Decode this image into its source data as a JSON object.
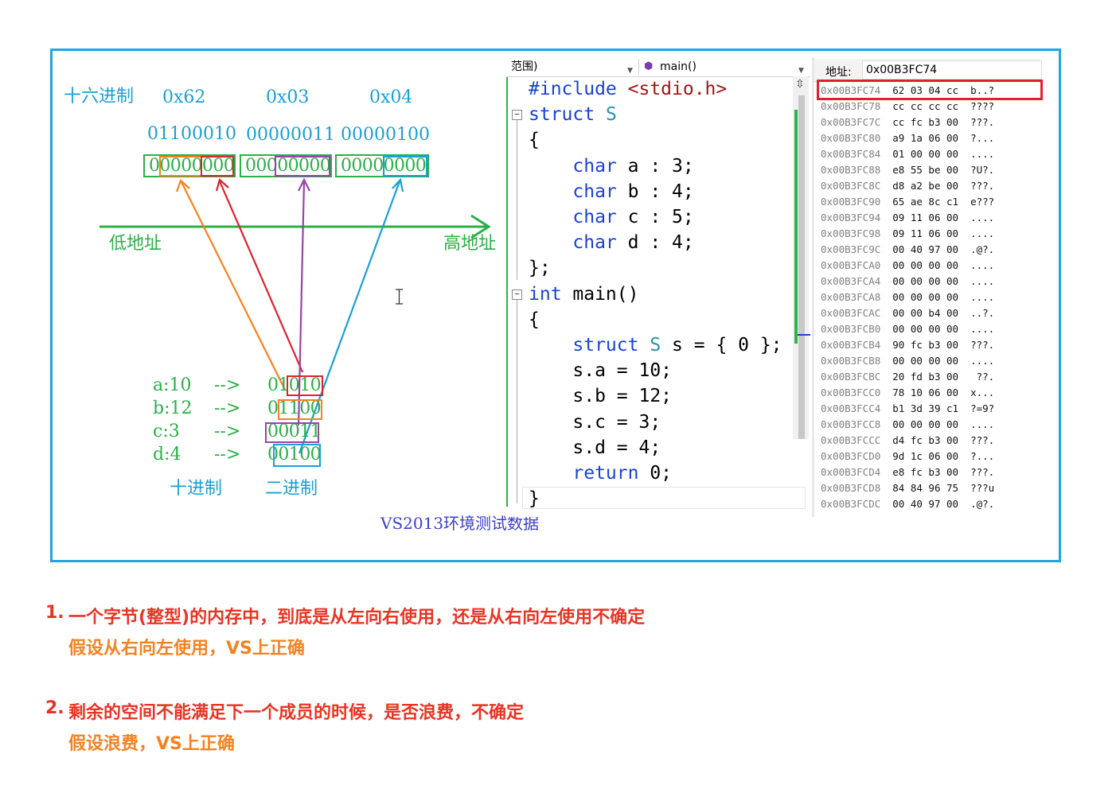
{
  "diagram": {
    "hex_label": "十六进制",
    "hex_values": [
      "0x62",
      "0x03",
      "0x04"
    ],
    "binary_values": [
      "01100010",
      "00000011",
      "00000100"
    ],
    "byte_boxes": [
      "00000000",
      "00000000",
      "00000000"
    ],
    "axis_low": "低地址",
    "axis_high": "高地址",
    "assignments": [
      {
        "label": "a:10",
        "arrow": "-->",
        "bits": "01010"
      },
      {
        "label": "b:12",
        "arrow": "-->",
        "bits": "01100"
      },
      {
        "label": "c:3",
        "arrow": "-->",
        "bits": "00011"
      },
      {
        "label": "d:4",
        "arrow": "-->",
        "bits": "00100"
      }
    ],
    "decimal_label": "十进制",
    "binary_label": "二进制",
    "caption": "VS2013环境测试数据",
    "colors": {
      "frame": "#1fa7e0",
      "green": "#29b047",
      "orange": "#f58220",
      "red": "#e2202c",
      "purple": "#9b42a8",
      "blue": "#1a9fd6"
    }
  },
  "editor": {
    "scope_dropdown": "范围)",
    "function_dropdown": "main()",
    "lines": [
      [
        "#include ",
        "<stdio.h>"
      ],
      [
        "struct ",
        "S"
      ],
      [
        "{"
      ],
      [
        "    ",
        "char",
        " a : 3;"
      ],
      [
        "    ",
        "char",
        " b : 4;"
      ],
      [
        "    ",
        "char",
        " c : 5;"
      ],
      [
        "    ",
        "char",
        " d : 4;"
      ],
      [
        "};"
      ],
      [
        "int",
        " main()"
      ],
      [
        "{"
      ],
      [
        "    ",
        "struct",
        " ",
        "S",
        " s = { 0 };"
      ],
      [
        "    s.a = 10;"
      ],
      [
        "    s.b = 12;"
      ],
      [
        "    s.c = 3;"
      ],
      [
        "    s.d = 4;"
      ],
      [
        "    ",
        "return",
        " 0;"
      ],
      [
        "}"
      ]
    ]
  },
  "memory": {
    "address_label": "地址:",
    "address_value": "0x00B3FC74",
    "rows": [
      [
        "0x00B3FC74",
        "62 03 04 cc",
        "b..?"
      ],
      [
        "0x00B3FC78",
        "cc cc cc cc",
        "????"
      ],
      [
        "0x00B3FC7C",
        "cc fc b3 00",
        "???."
      ],
      [
        "0x00B3FC80",
        "a9 1a 06 00",
        "?..."
      ],
      [
        "0x00B3FC84",
        "01 00 00 00",
        "...."
      ],
      [
        "0x00B3FC88",
        "e8 55 be 00",
        "?U?."
      ],
      [
        "0x00B3FC8C",
        "d8 a2 be 00",
        "???."
      ],
      [
        "0x00B3FC90",
        "65 ae 8c c1",
        "e???"
      ],
      [
        "0x00B3FC94",
        "09 11 06 00",
        "...."
      ],
      [
        "0x00B3FC98",
        "09 11 06 00",
        "...."
      ],
      [
        "0x00B3FC9C",
        "00 40 97 00",
        ".@?."
      ],
      [
        "0x00B3FCA0",
        "00 00 00 00",
        "...."
      ],
      [
        "0x00B3FCA4",
        "00 00 00 00",
        "...."
      ],
      [
        "0x00B3FCA8",
        "00 00 00 00",
        "...."
      ],
      [
        "0x00B3FCAC",
        "00 00 b4 00",
        "..?."
      ],
      [
        "0x00B3FCB0",
        "00 00 00 00",
        "...."
      ],
      [
        "0x00B3FCB4",
        "90 fc b3 00",
        "???."
      ],
      [
        "0x00B3FCB8",
        "00 00 00 00",
        "...."
      ],
      [
        "0x00B3FCBC",
        "20 fd b3 00",
        " ??."
      ],
      [
        "0x00B3FCC0",
        "78 10 06 00",
        "x..."
      ],
      [
        "0x00B3FCC4",
        "b1 3d 39 c1",
        "?=9?"
      ],
      [
        "0x00B3FCC8",
        "00 00 00 00",
        "...."
      ],
      [
        "0x00B3FCCC",
        "d4 fc b3 00",
        "???."
      ],
      [
        "0x00B3FCD0",
        "9d 1c 06 00",
        "?..."
      ],
      [
        "0x00B3FCD4",
        "e8 fc b3 00",
        "???."
      ],
      [
        "0x00B3FCD8",
        "84 84 96 75",
        "???u"
      ],
      [
        "0x00B3FCDC",
        "00 40 97 00",
        ".@?."
      ]
    ]
  },
  "notes": [
    {
      "number": "1.",
      "question": "一个字节(整型)的内存中，到底是从左向右使用，还是从右向左使用不确定",
      "answer": "假设从右向左使用，VS上正确"
    },
    {
      "number": "2.",
      "question": "剩余的空间不能满足下一个成员的时候，是否浪费，不确定",
      "answer": "假设浪费，VS上正确"
    }
  ]
}
